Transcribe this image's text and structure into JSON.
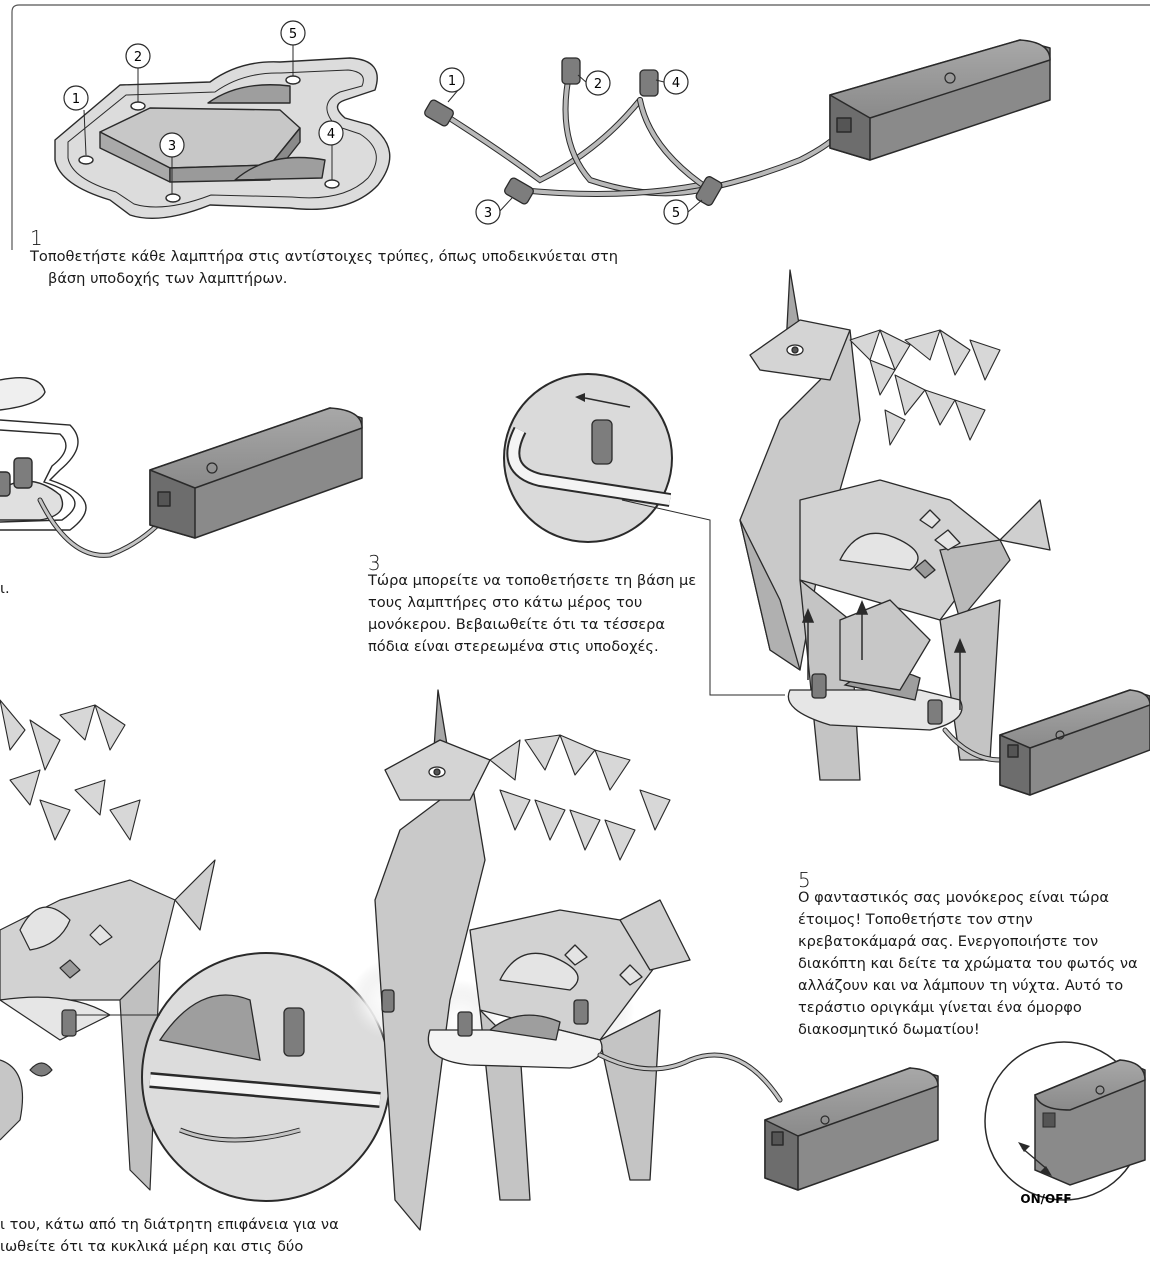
{
  "steps": [
    {
      "number": "1",
      "text": "Τοποθετήστε κάθε λαμπτήρα στις αντίστοιχες τρύπες, όπως υποδεικνύεται στη βάση υποδοχής των λαμπτήρων."
    },
    {
      "number": "",
      "text": "ι."
    },
    {
      "number": "3",
      "text": "Τώρα μπορείτε να τοποθετήσετε τη βάση με τους λαμπτήρες στο κάτω μέρος του μονόκερου. Βεβαιωθείτε ότι τα τέσσερα πόδια είναι στερεωμένα στις υποδοχές."
    },
    {
      "number": "",
      "text": "ι του, κάτω από τη διάτρητη επιφάνεια για να ιωθείτε ότι τα κυκλικά μέρη και στις δύο"
    },
    {
      "number": "5",
      "text": "Ο φανταστικός σας μονόκερος είναι τώρα έτοιμος! Τοποθετήστε τον στην κρεβατοκάμαρά σας. Ενεργοποιήστε τον διακόπτη και δείτε τα χρώματα του φωτός να αλλάζουν και να λάμπουν τη νύχτα. Αυτό το τεράστιο οριγκάμι γίνεται ένα όμορφο διακοσμητικό δωματίου!"
    }
  ],
  "step1_lines": [
    "Τοποθετήστε κάθε λαμπτήρα στις αντίστοιχες τρύπες, όπως υποδεικνύεται στη",
    "βάση υποδοχής των λαμπτήρων."
  ],
  "step3_lines": [
    "Τώρα μπορείτε να τοποθετήσετε τη βάση με",
    "τους λαμπτήρες στο κάτω μέρος του",
    "μονόκερου. Βεβαιωθείτε ότι τα τέσσερα",
    "πόδια είναι στερεωμένα στις υποδοχές."
  ],
  "step4_lines": [
    "ι του, κάτω από τη διάτρητη επιφάνεια για να",
    "ιωθείτε ότι τα κυκλικά μέρη και στις δύο"
  ],
  "step5_lines": [
    "Ο φανταστικός σας μονόκερος είναι τώρα",
    "έτοιμος! Τοποθετήστε τον στην",
    "κρεβατοκάμαρά σας. Ενεργοποιήστε τον",
    "διακόπτη και δείτε τα χρώματα του φωτός να",
    "αλλάζουν και να λάμπουν τη νύχτα. Αυτό το",
    "τεράστιο οριγκάμι γίνεται ένα όμορφο",
    "διακοσμητικό δωματίου!"
  ],
  "step2_fragment": "ι.",
  "base_labels": [
    "1",
    "2",
    "3",
    "4",
    "5"
  ],
  "cable_labels": [
    "1",
    "2",
    "3",
    "4",
    "5"
  ],
  "switch_label": "ON/OFF",
  "colors": {
    "line": "#2a2a2a",
    "paper": "#d6d6d6",
    "paper_dark": "#b4b4b4",
    "box": "#7a7a7a",
    "box_top": "#9c9c9c",
    "glow": "#ffffff"
  }
}
